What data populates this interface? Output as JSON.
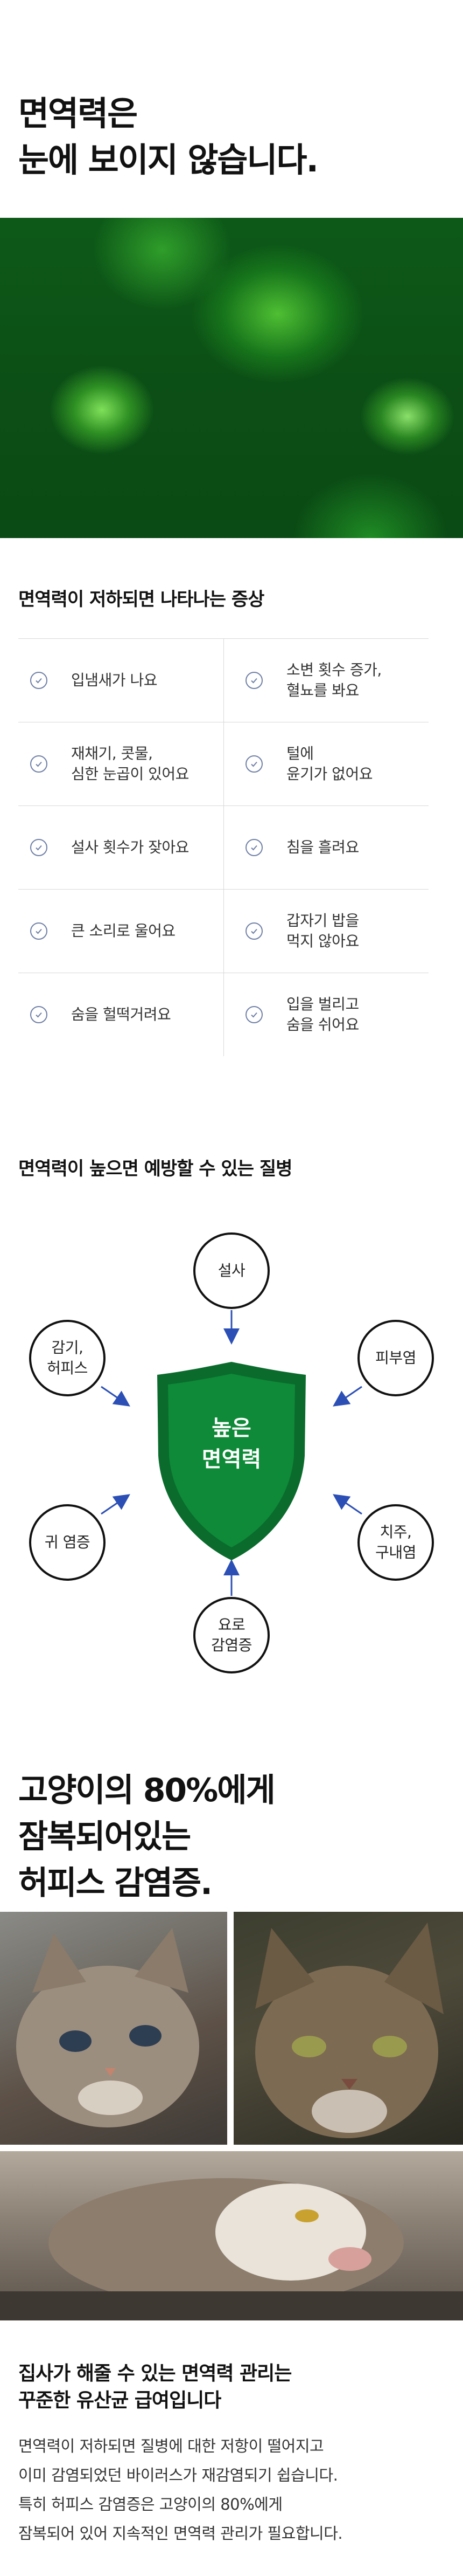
{
  "hero": {
    "title_line1": "면역력은",
    "title_line2": "눈에 보이지 않습니다."
  },
  "symptoms": {
    "heading": "면역력이 저하되면 나타나는 증상",
    "items": [
      "입냄새가 나요",
      "소변 횟수 증가,\n혈뇨를 봐요",
      "재채기, 콧물,\n심한 눈곱이 있어요",
      "털에\n윤기가 없어요",
      "설사 횟수가 잦아요",
      "침을 흘려요",
      "큰 소리로 울어요",
      "갑자기 밥을\n먹지 않아요",
      "숨을 헐떡거려요",
      "입을 벌리고\n숨을 쉬어요"
    ]
  },
  "diseases": {
    "heading": "면역력이 높으면 예방할 수 있는 질병",
    "center": "높은\n면역력",
    "nodes": {
      "top": "설사",
      "upper_left": "감기,\n허피스",
      "upper_right": "피부염",
      "lower_left": "귀 염증",
      "lower_right": "치주,\n구내염",
      "bottom": "요로\n감염증"
    },
    "colors": {
      "shield_dark": "#0a6b2c",
      "shield_main": "#0e8a38",
      "arrow": "#2b4fb5"
    }
  },
  "herpes": {
    "title": "고양이의 80%에게\n잠복되어있는\n허피스 감염증."
  },
  "care": {
    "title": "집사가 해줄 수 있는 면역력 관리는\n꾸준한 유산균 급여입니다",
    "body": "면역력이 저하되면 질병에 대한 저항이 떨어지고\n이미 감염되었던 바이러스가 재감염되기 쉽습니다.\n특히 허피스 감염증은 고양이의 80%에게\n잠복되어 있어 지속적인 면역력 관리가 필요합니다."
  }
}
